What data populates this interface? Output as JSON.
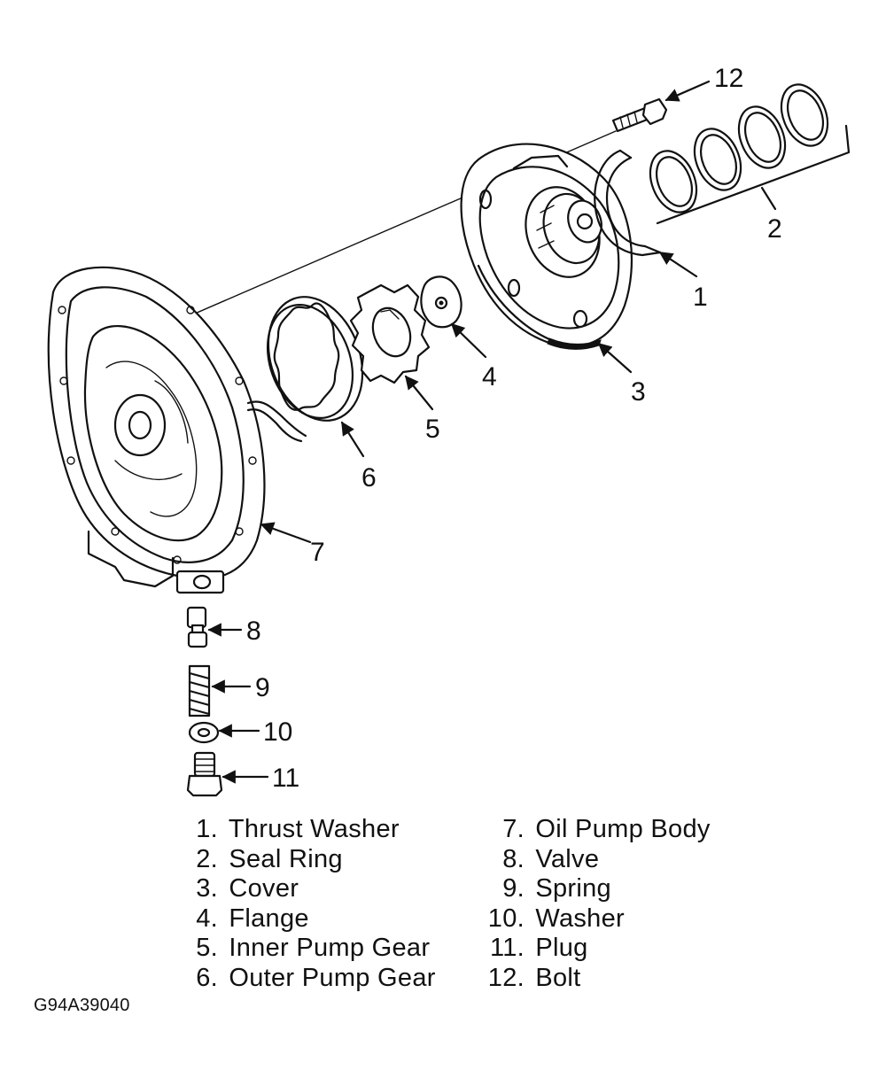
{
  "callouts": [
    "1",
    "2",
    "3",
    "4",
    "5",
    "6",
    "7",
    "8",
    "9",
    "10",
    "11",
    "12"
  ],
  "legend": {
    "left": [
      {
        "num": "1.",
        "label": "Thrust Washer"
      },
      {
        "num": "2.",
        "label": "Seal Ring"
      },
      {
        "num": "3.",
        "label": "Cover"
      },
      {
        "num": "4.",
        "label": "Flange"
      },
      {
        "num": "5.",
        "label": "Inner Pump Gear"
      },
      {
        "num": "6.",
        "label": "Outer Pump Gear"
      }
    ],
    "right": [
      {
        "num": "7.",
        "label": "Oil Pump Body"
      },
      {
        "num": "8.",
        "label": "Valve"
      },
      {
        "num": "9.",
        "label": "Spring"
      },
      {
        "num": "10.",
        "label": "Washer"
      },
      {
        "num": "11.",
        "label": "Plug"
      },
      {
        "num": "12.",
        "label": "Bolt"
      }
    ]
  },
  "figure_code": "G94A39040"
}
